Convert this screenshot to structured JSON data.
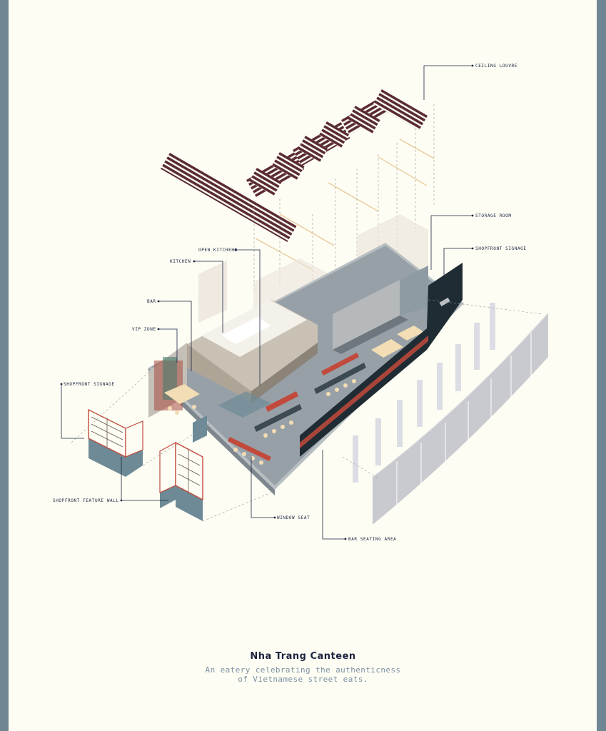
{
  "labels": {
    "ceiling_louvre": "CEILING LOUVRE",
    "storage_room": "STORAGE ROOM",
    "shopfront_signage_right": "SHOPFRONT SIGNAGE",
    "open_kitchen": "OPEN KITCHEHN",
    "kitchen": "KITCHEN",
    "bar": "BAR",
    "vip_zone": "VIP ZONE",
    "shopfront_signage_left": "SHOPFRONT SIGNAGE",
    "shopfront_feature_wall": "SHOPFRONT FEATURE WALL",
    "window_seat": "WINDOW SEAT",
    "bar_seating_area": "BAR SEATING AREA"
  },
  "title": "Nha Trang Canteen",
  "subtitle_line1": "An eatery celebrating the authenticness",
  "subtitle_line2": "of Vietnamese street eats.",
  "colors": {
    "background_frame": "#6f8793",
    "paper": "#fdfdf3",
    "louvre": "#5a2b34",
    "label_text": "#1d2440",
    "floor": "#97a0a7",
    "accent_red": "#c24a3c",
    "dark_facade": "#1f2c33",
    "subtitle": "#7e92a4"
  }
}
